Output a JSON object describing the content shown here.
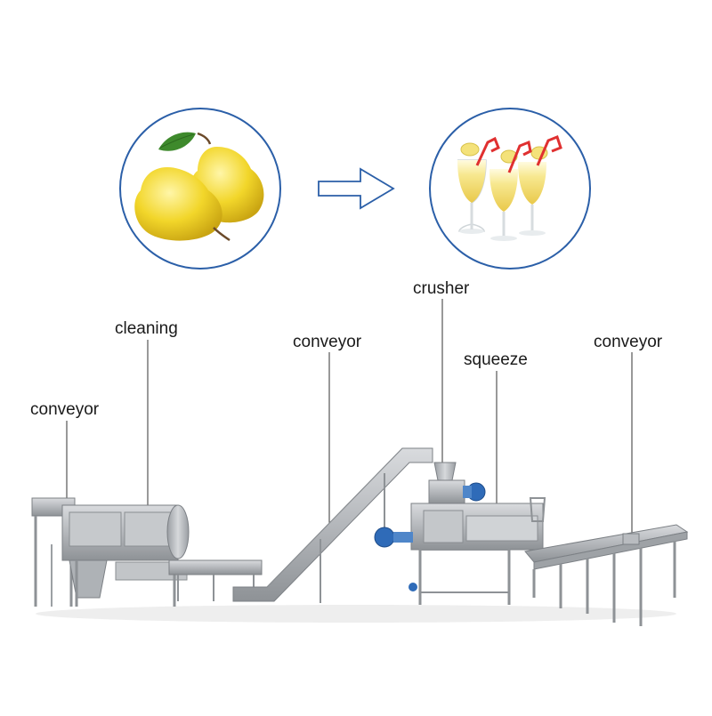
{
  "flow": {
    "input_image": "pear-icon",
    "arrow_icon": "right-arrow-icon",
    "output_image": "pear-juice-glasses-icon",
    "circle_color": "#2b5fa8"
  },
  "labels": {
    "conveyor_1": "conveyor",
    "cleaning": "cleaning",
    "conveyor_2": "conveyor",
    "crusher": "crusher",
    "squeeze": "squeeze",
    "conveyor_3": "conveyor"
  },
  "colors": {
    "pear": "#f2d62a",
    "juice": "#f5e38a",
    "machine": "#b9bcc0",
    "motor": "#2f6bb8",
    "straw": "#e03030"
  }
}
